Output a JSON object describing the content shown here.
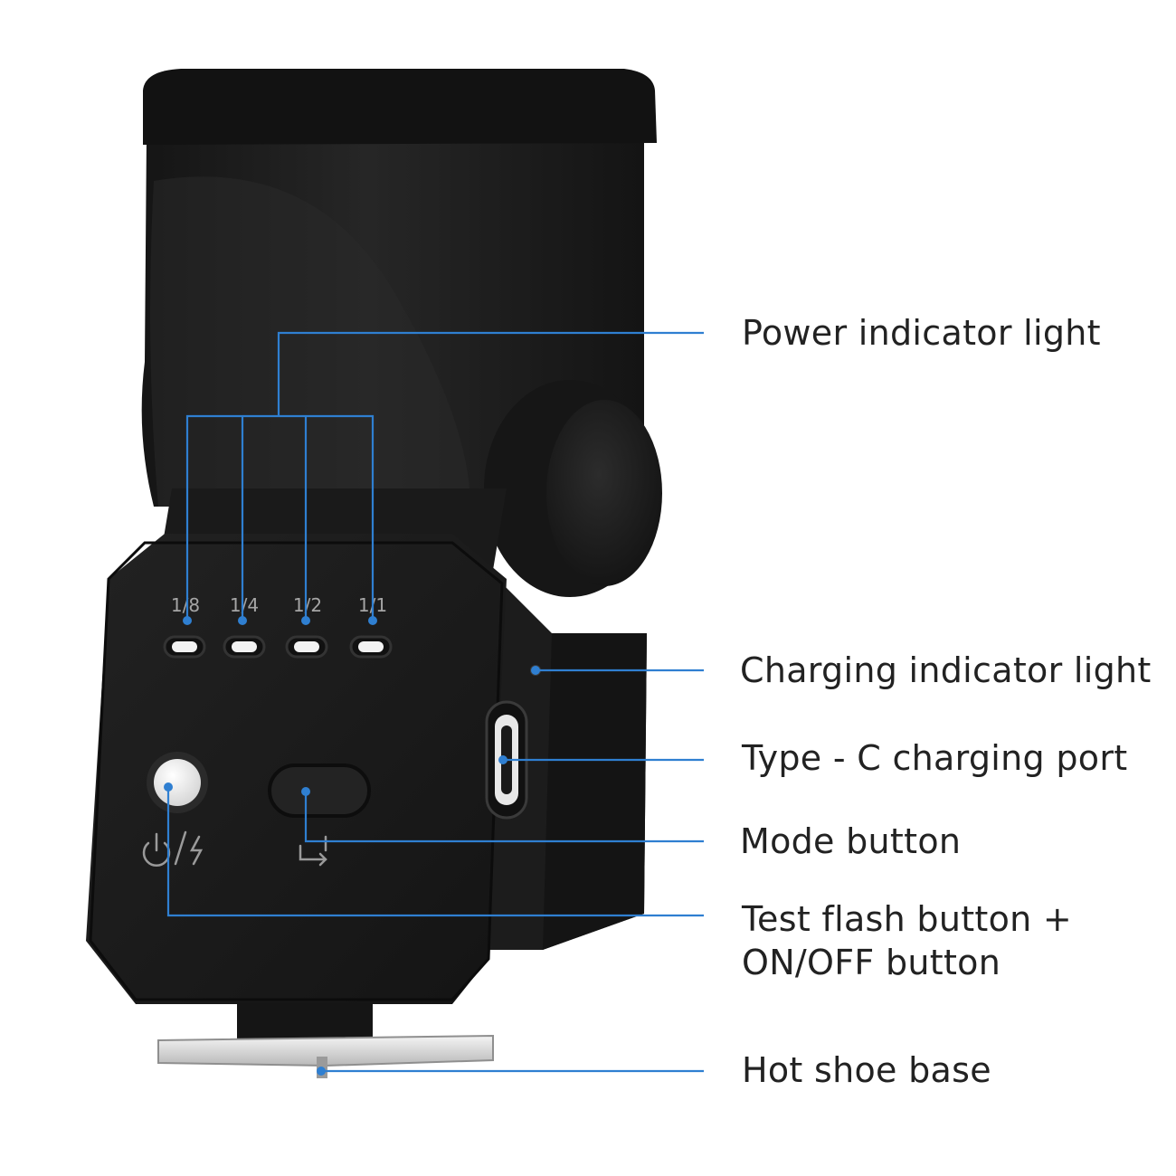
{
  "colors": {
    "background": "#ffffff",
    "callout_line": "#2f7fd1",
    "label_text": "#222222",
    "body_dark": "#1b1b1b",
    "indicator_white": "#f2f2f2",
    "hot_shoe_metal": "#d8d8d8"
  },
  "power_levels": [
    "1/8",
    "1/4",
    "1/2",
    "1/1"
  ],
  "icons": {
    "test_button": "power-flash-icon",
    "mode_button": "cycle-arrows-icon"
  },
  "callouts": {
    "power_indicator": "Power indicator light",
    "charging_indicator": "Charging indicator light",
    "type_c_port": "Type - C charging port",
    "mode_button": "Mode button",
    "test_flash_line1": "Test flash button +",
    "test_flash_line2": "ON/OFF button",
    "hot_shoe": "Hot shoe base"
  }
}
